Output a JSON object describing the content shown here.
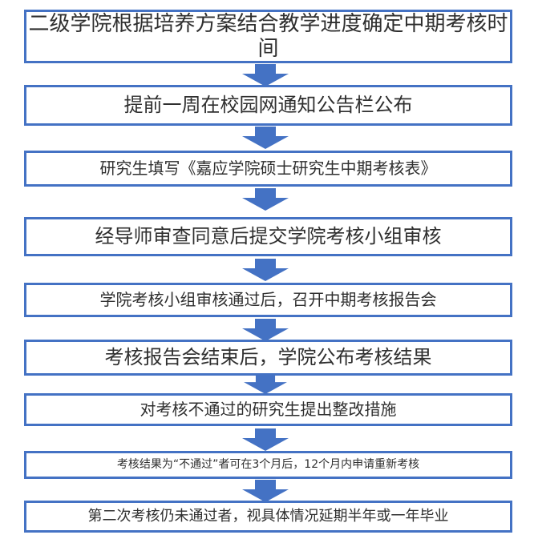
{
  "flow": {
    "steps": [
      "二级学院根据培养方案结合教学进度确定中期考核时间",
      "提前一周在校园网通知公告栏公布",
      "研究生填写《嘉应学院硕士研究生中期考核表》",
      "经导师审查同意后提交学院考核小组审核",
      "学院考核小组审核通过后，召开中期考核报告会",
      "考核报告会结束后，学院公布考核结果",
      "对考核不通过的研究生提出整改措施",
      "考核结果为“不通过”者可在3个月后，12个月内申请重新考核",
      "第二次考核仍未通过者，视具体情况延期半年或一年毕业"
    ],
    "colors": {
      "border": "#4472c4",
      "arrow": "#4472c4",
      "text": "#2f2f2f",
      "background": "#ffffff"
    }
  }
}
